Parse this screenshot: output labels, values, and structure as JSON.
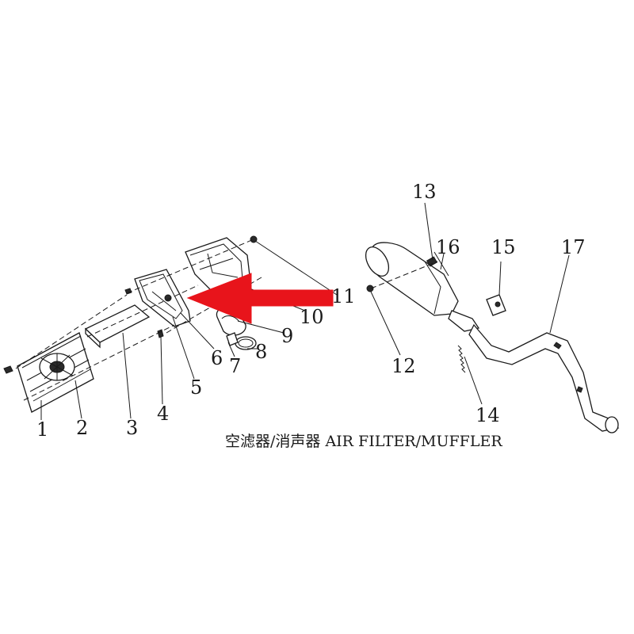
{
  "title": "空滤器/消声器 AIR FILTER/MUFFLER",
  "arrow_color": "#e8141b",
  "callouts": [
    "1",
    "2",
    "3",
    "4",
    "5",
    "6",
    "7",
    "8",
    "9",
    "10",
    "11",
    "12",
    "13",
    "14",
    "15",
    "16",
    "17"
  ]
}
